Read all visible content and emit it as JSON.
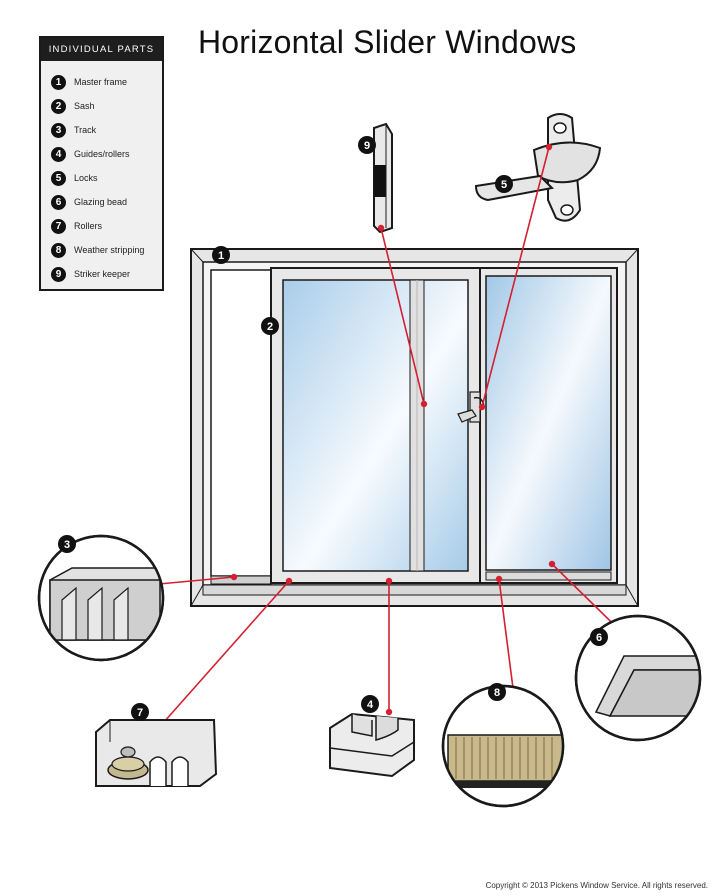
{
  "title": "Horizontal Slider Windows",
  "legend": {
    "heading": "INDIVIDUAL PARTS",
    "items": [
      {
        "num": "1",
        "label": "Master frame"
      },
      {
        "num": "2",
        "label": "Sash"
      },
      {
        "num": "3",
        "label": "Track"
      },
      {
        "num": "4",
        "label": "Guides/rollers"
      },
      {
        "num": "5",
        "label": "Locks"
      },
      {
        "num": "6",
        "label": "Glazing bead"
      },
      {
        "num": "7",
        "label": "Rollers"
      },
      {
        "num": "8",
        "label": "Weather stripping"
      },
      {
        "num": "9",
        "label": "Striker keeper"
      }
    ]
  },
  "callouts": {
    "c1": "1",
    "c2": "2",
    "c3": "3",
    "c4": "4",
    "c5": "5",
    "c6": "6",
    "c7": "7",
    "c8": "8",
    "c9": "9"
  },
  "colors": {
    "leader": "#d42030",
    "outline": "#1a1a1a",
    "frame": "#e6e6e6",
    "glass_top": "#a9cdea",
    "glass_mid": "#f4f8fc"
  },
  "copyright": "Copyright © 2013 Pickens Window Service. All rights reserved."
}
